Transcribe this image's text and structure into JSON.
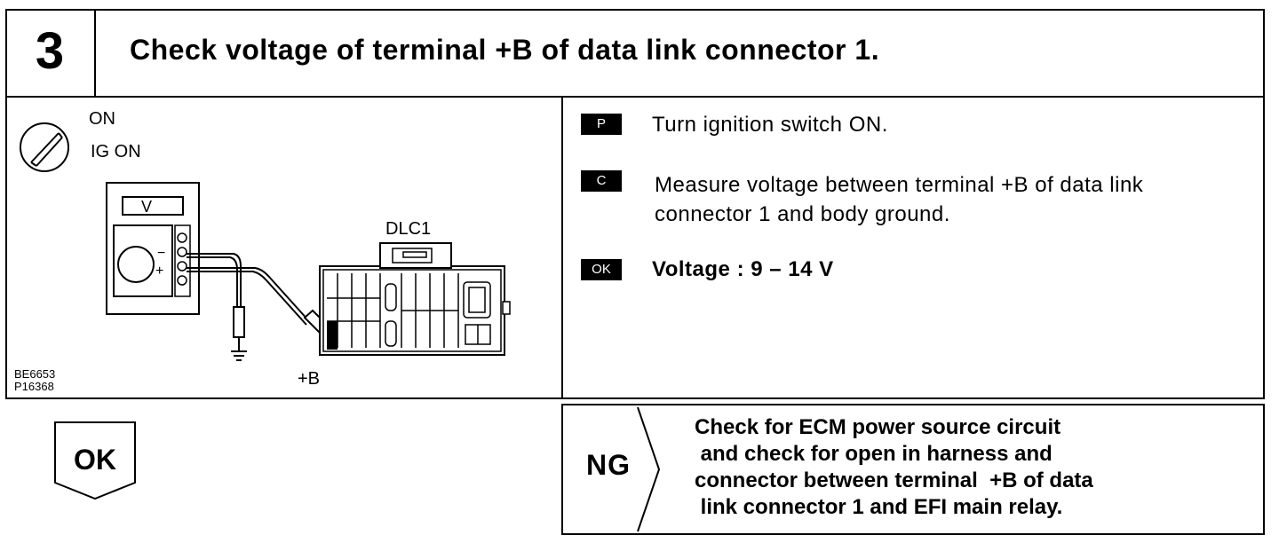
{
  "header": {
    "step_number": "3",
    "title": "Check voltage of terminal  +B of data link connector 1."
  },
  "diagram": {
    "switch_on": "ON",
    "switch_ig_on": "IG ON",
    "meter_label": "V",
    "meter_minus": "−",
    "meter_plus": "+",
    "connector_label": "DLC1",
    "terminal_label": "+B",
    "ref_code_1": "BE6653",
    "ref_code_2": "P16368"
  },
  "steps": [
    {
      "badge": "P",
      "text": "Turn ignition switch ON."
    },
    {
      "badge": "C",
      "text_line1": "Measure voltage between terminal  +B of data link",
      "text_line2": "connector 1 and body ground."
    },
    {
      "badge": "OK",
      "text": "Voltage :   9 – 14 V"
    }
  ],
  "ng": {
    "label": "NG",
    "text": "Check for ECM power source circuit\n and check for open in harness and\nconnector between terminal  +B of data\n link connector 1 and EFI main relay."
  },
  "ok": {
    "label": "OK"
  }
}
